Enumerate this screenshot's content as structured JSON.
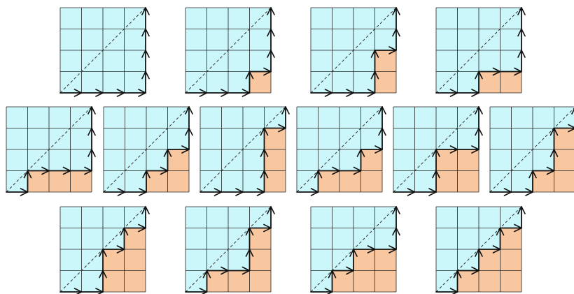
{
  "diagram": {
    "grid_size": 4,
    "colors": {
      "cell_above": "#ccf7fa",
      "cell_below": "#f8c79f",
      "grid_line": "#222222",
      "path": "#111111",
      "diagonal": "#333333"
    },
    "paths": [
      [
        "E",
        "E",
        "E",
        "E",
        "N",
        "N",
        "N",
        "N"
      ],
      [
        "E",
        "E",
        "E",
        "N",
        "E",
        "N",
        "N",
        "N"
      ],
      [
        "E",
        "E",
        "E",
        "N",
        "N",
        "E",
        "N",
        "N"
      ],
      [
        "E",
        "E",
        "N",
        "E",
        "E",
        "N",
        "N",
        "N"
      ],
      [
        "E",
        "N",
        "E",
        "E",
        "E",
        "N",
        "N",
        "N"
      ],
      [
        "E",
        "E",
        "N",
        "E",
        "N",
        "E",
        "N",
        "N"
      ],
      [
        "E",
        "E",
        "E",
        "N",
        "N",
        "N",
        "E",
        "N"
      ],
      [
        "E",
        "N",
        "E",
        "E",
        "N",
        "E",
        "N",
        "N"
      ],
      [
        "E",
        "E",
        "N",
        "N",
        "E",
        "E",
        "N",
        "N"
      ],
      [
        "E",
        "E",
        "N",
        "E",
        "N",
        "N",
        "E",
        "N"
      ],
      [
        "E",
        "E",
        "N",
        "N",
        "E",
        "N",
        "E",
        "N"
      ],
      [
        "E",
        "N",
        "E",
        "E",
        "N",
        "N",
        "E",
        "N"
      ],
      [
        "E",
        "N",
        "E",
        "N",
        "E",
        "E",
        "N",
        "N"
      ],
      [
        "E",
        "N",
        "E",
        "N",
        "E",
        "N",
        "E",
        "N"
      ]
    ]
  }
}
